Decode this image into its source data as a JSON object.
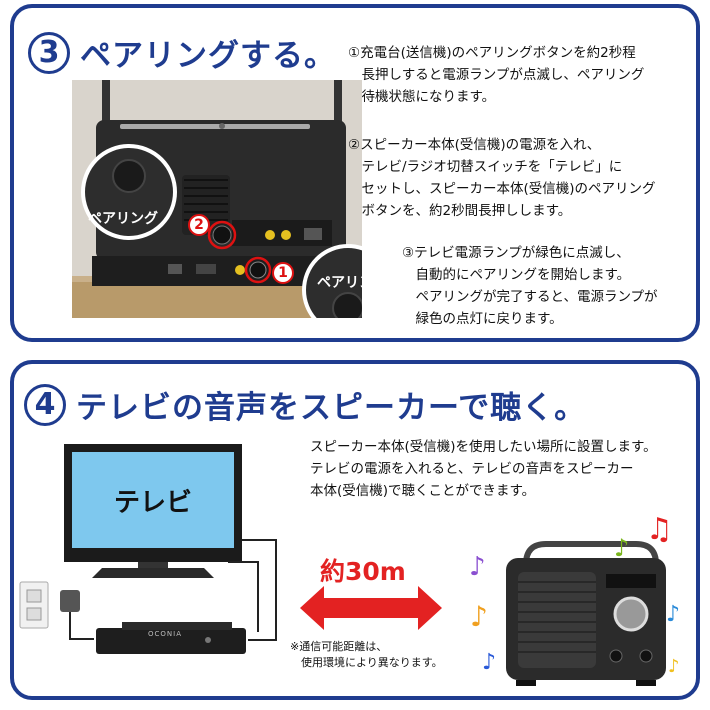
{
  "section3": {
    "number": "3",
    "title": "ペアリングする。",
    "step1": "①充電台(送信機)のペアリングボタンを約2秒程\n　長押しすると電源ランプが点滅し、ペアリング\n　待機状態になります。",
    "step2": "②スピーカー本体(受信機)の電源を入れ、\n　テレビ/ラジオ切替スイッチを「テレビ」に\n　セットし、スピーカー本体(受信機)のペアリング\n　ボタンを、約2秒間長押しします。",
    "step3": "③テレビ電源ランプが緑色に点滅し、\n　自動的にペアリングを開始します。\n　ペアリングが完了すると、電源ランプが\n　緑色の点灯に戻ります。",
    "photo": {
      "pairing_label_top": "ペアリング",
      "pairing_label_bottom": "ペアリング",
      "marker1": "1",
      "marker2": "2"
    }
  },
  "section4": {
    "number": "4",
    "title": "テレビの音声をスピーカーで聴く。",
    "description": "スピーカー本体(受信機)を使用したい場所に設置します。\nテレビの電源を入れると、テレビの音声をスピーカー\n本体(受信機)で聴くことができます。",
    "tv_label": "テレビ",
    "distance": "約30m",
    "note": "※通信可能距離は、\n　使用環境により異なります。",
    "base_brand": "OCONIA"
  },
  "colors": {
    "frame": "#1f3c8f",
    "arrow": "#e32222",
    "tv_screen": "#7ec8ee"
  }
}
